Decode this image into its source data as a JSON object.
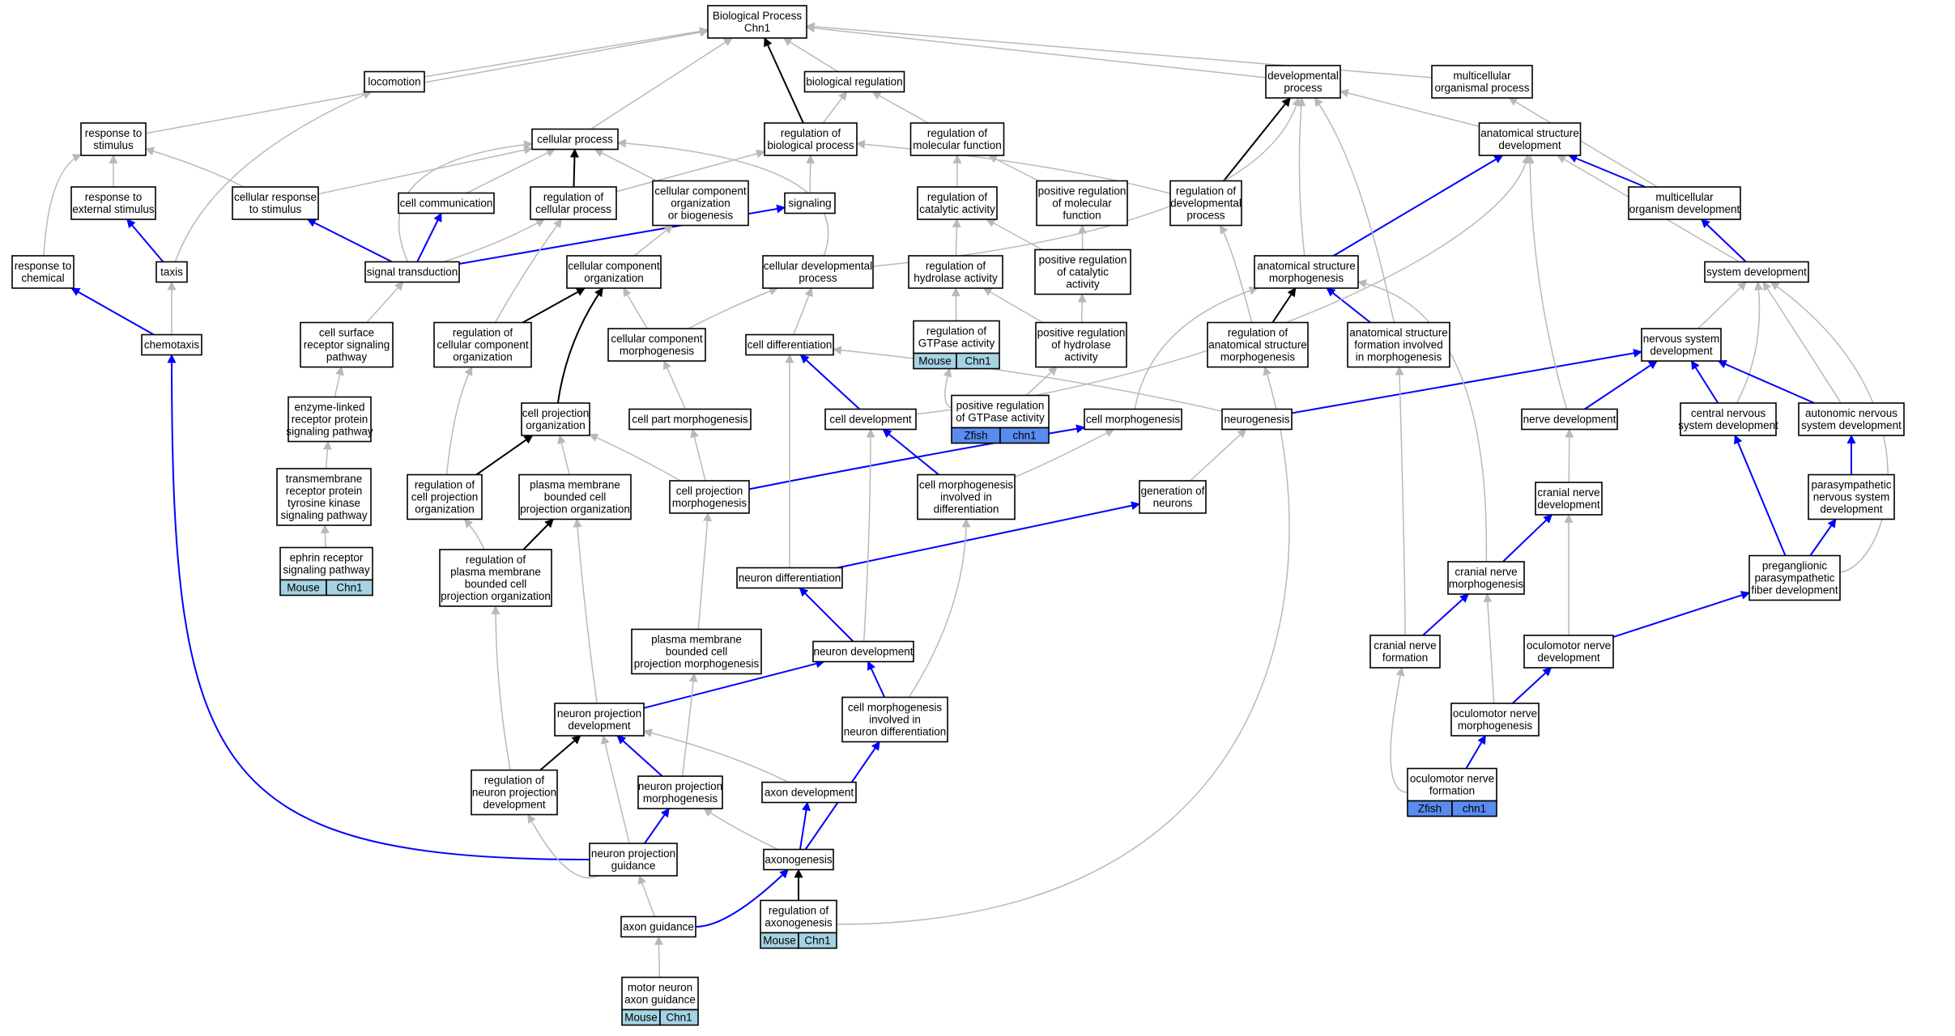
{
  "colors": {
    "is_a": "#b9b9b9",
    "part_of": "#000000",
    "regulates": "#0000ff",
    "mouse_tag": "#a5d3e3",
    "zfish_tag": "#5a8cf0"
  },
  "nodes": [
    {
      "id": "bp",
      "label": [
        "Biological Process",
        "Chn1"
      ]
    },
    {
      "id": "loc",
      "label": [
        "locomotion"
      ]
    },
    {
      "id": "breg",
      "label": [
        "biological regulation"
      ]
    },
    {
      "id": "devp",
      "label": [
        "developmental",
        "process"
      ]
    },
    {
      "id": "mop",
      "label": [
        "multicellular",
        "organismal process"
      ]
    },
    {
      "id": "rstim",
      "label": [
        "response to",
        "stimulus"
      ]
    },
    {
      "id": "cproc",
      "label": [
        "cellular process"
      ]
    },
    {
      "id": "regbp",
      "label": [
        "regulation of",
        "biological process"
      ]
    },
    {
      "id": "regmf",
      "label": [
        "regulation of",
        "molecular function"
      ]
    },
    {
      "id": "asd",
      "label": [
        "anatomical structure",
        "development"
      ]
    },
    {
      "id": "rext",
      "label": [
        "response to",
        "external stimulus"
      ]
    },
    {
      "id": "crstim",
      "label": [
        "cellular response",
        "to stimulus"
      ]
    },
    {
      "id": "ccomm",
      "label": [
        "cell communication"
      ]
    },
    {
      "id": "regcp",
      "label": [
        "regulation of",
        "cellular process"
      ]
    },
    {
      "id": "ccob",
      "label": [
        "cellular component",
        "organization",
        "or biogenesis"
      ]
    },
    {
      "id": "sig",
      "label": [
        "signaling"
      ]
    },
    {
      "id": "regcat",
      "label": [
        "regulation of",
        "catalytic activity"
      ]
    },
    {
      "id": "posmf",
      "label": [
        "positive regulation",
        "of molecular",
        "function"
      ]
    },
    {
      "id": "regdev",
      "label": [
        "regulation of",
        "developmental",
        "process"
      ]
    },
    {
      "id": "mod",
      "label": [
        "multicellular",
        "organism development"
      ]
    },
    {
      "id": "rchem",
      "label": [
        "response to",
        "chemical"
      ]
    },
    {
      "id": "taxis",
      "label": [
        "taxis"
      ]
    },
    {
      "id": "sigtr",
      "label": [
        "signal transduction"
      ]
    },
    {
      "id": "cco",
      "label": [
        "cellular component",
        "organization"
      ]
    },
    {
      "id": "cdevp",
      "label": [
        "cellular developmental",
        "process"
      ]
    },
    {
      "id": "reghyd",
      "label": [
        "regulation of",
        "hydrolase activity"
      ]
    },
    {
      "id": "poscat",
      "label": [
        "positive regulation",
        "of catalytic",
        "activity"
      ]
    },
    {
      "id": "asm",
      "label": [
        "anatomical structure",
        "morphogenesis"
      ]
    },
    {
      "id": "sysdev",
      "label": [
        "system development"
      ]
    },
    {
      "id": "chemo",
      "label": [
        "chemotaxis"
      ]
    },
    {
      "id": "csrsp",
      "label": [
        "cell surface",
        "receptor signaling",
        "pathway"
      ]
    },
    {
      "id": "regcco",
      "label": [
        "regulation of",
        "cellular component",
        "organization"
      ]
    },
    {
      "id": "ccm",
      "label": [
        "cellular component",
        "morphogenesis"
      ]
    },
    {
      "id": "cdiff",
      "label": [
        "cell differentiation"
      ]
    },
    {
      "id": "reggtp",
      "label": [
        "regulation of",
        "GTPase activity"
      ],
      "tags": [
        "Mouse",
        "Chn1"
      ],
      "tag_color": "mouse"
    },
    {
      "id": "poshyd",
      "label": [
        "positive regulation",
        "of hydrolase",
        "activity"
      ]
    },
    {
      "id": "regasm",
      "label": [
        "regulation of",
        "anatomical structure",
        "morphogenesis"
      ]
    },
    {
      "id": "asfim",
      "label": [
        "anatomical structure",
        "formation involved",
        "in morphogenesis"
      ]
    },
    {
      "id": "nsd",
      "label": [
        "nervous system",
        "development"
      ]
    },
    {
      "id": "enz",
      "label": [
        "enzyme-linked",
        "receptor protein",
        "signaling pathway"
      ]
    },
    {
      "id": "cpo",
      "label": [
        "cell projection",
        "organization"
      ]
    },
    {
      "id": "cpm",
      "label": [
        "cell part morphogenesis"
      ]
    },
    {
      "id": "celldev",
      "label": [
        "cell development"
      ]
    },
    {
      "id": "posgtp",
      "label": [
        "positive regulation",
        "of GTPase activity"
      ],
      "tags": [
        "Zfish",
        "chn1"
      ],
      "tag_color": "zfish"
    },
    {
      "id": "cmorph",
      "label": [
        "cell morphogenesis"
      ]
    },
    {
      "id": "neurog",
      "label": [
        "neurogenesis"
      ]
    },
    {
      "id": "nerved",
      "label": [
        "nerve development"
      ]
    },
    {
      "id": "cnsd",
      "label": [
        "central nervous",
        "system development"
      ]
    },
    {
      "id": "ansd",
      "label": [
        "autonomic nervous",
        "system development"
      ]
    },
    {
      "id": "tmrtk",
      "label": [
        "transmembrane",
        "receptor protein",
        "tyrosine kinase",
        "signaling pathway"
      ]
    },
    {
      "id": "regcpo",
      "label": [
        "regulation of",
        "cell projection",
        "organization"
      ]
    },
    {
      "id": "pmbcpo",
      "label": [
        "plasma membrane",
        "bounded cell",
        "projection organization"
      ]
    },
    {
      "id": "cprojm",
      "label": [
        "cell projection",
        "morphogenesis"
      ]
    },
    {
      "id": "cmid",
      "label": [
        "cell morphogenesis",
        "involved in",
        "differentiation"
      ]
    },
    {
      "id": "genn",
      "label": [
        "generation of",
        "neurons"
      ]
    },
    {
      "id": "cnd",
      "label": [
        "cranial nerve",
        "development"
      ]
    },
    {
      "id": "psnsd",
      "label": [
        "parasympathetic",
        "nervous system",
        "development"
      ]
    },
    {
      "id": "ephrin",
      "label": [
        "ephrin receptor",
        "signaling pathway"
      ],
      "tags": [
        "Mouse",
        "Chn1"
      ],
      "tag_color": "mouse"
    },
    {
      "id": "regpmb",
      "label": [
        "regulation of",
        "plasma membrane",
        "bounded cell",
        "projection organization"
      ]
    },
    {
      "id": "ndiff",
      "label": [
        "neuron differentiation"
      ]
    },
    {
      "id": "cnm",
      "label": [
        "cranial nerve",
        "morphogenesis"
      ]
    },
    {
      "id": "preg",
      "label": [
        "preganglionic",
        "parasympathetic",
        "fiber development"
      ]
    },
    {
      "id": "pmbcpm",
      "label": [
        "plasma membrane",
        "bounded cell",
        "projection morphogenesis"
      ]
    },
    {
      "id": "ndev",
      "label": [
        "neuron development"
      ]
    },
    {
      "id": "cnf",
      "label": [
        "cranial nerve",
        "formation"
      ]
    },
    {
      "id": "ond",
      "label": [
        "oculomotor nerve",
        "development"
      ]
    },
    {
      "id": "npd",
      "label": [
        "neuron projection",
        "development"
      ]
    },
    {
      "id": "cmind",
      "label": [
        "cell morphogenesis",
        "involved in",
        "neuron differentiation"
      ]
    },
    {
      "id": "onm",
      "label": [
        "oculomotor nerve",
        "morphogenesis"
      ]
    },
    {
      "id": "regnpd",
      "label": [
        "regulation of",
        "neuron projection",
        "development"
      ]
    },
    {
      "id": "npm",
      "label": [
        "neuron projection",
        "morphogenesis"
      ]
    },
    {
      "id": "axdev",
      "label": [
        "axon development"
      ]
    },
    {
      "id": "onf",
      "label": [
        "oculomotor nerve",
        "formation"
      ],
      "tags": [
        "Zfish",
        "chn1"
      ],
      "tag_color": "zfish"
    },
    {
      "id": "npg",
      "label": [
        "neuron projection",
        "guidance"
      ]
    },
    {
      "id": "axg",
      "label": [
        "axonogenesis"
      ]
    },
    {
      "id": "axguid",
      "label": [
        "axon guidance"
      ]
    },
    {
      "id": "regaxg",
      "label": [
        "regulation of",
        "axonogenesis"
      ],
      "tags": [
        "Mouse",
        "Chn1"
      ],
      "tag_color": "mouse"
    },
    {
      "id": "mnag",
      "label": [
        "motor neuron",
        "axon guidance"
      ],
      "tags": [
        "Mouse",
        "Chn1"
      ],
      "tag_color": "mouse"
    }
  ],
  "edges": [
    [
      "loc",
      "bp",
      "is_a"
    ],
    [
      "breg",
      "bp",
      "is_a"
    ],
    [
      "devp",
      "bp",
      "is_a"
    ],
    [
      "mop",
      "bp",
      "is_a"
    ],
    [
      "rstim",
      "bp",
      "is_a"
    ],
    [
      "cproc",
      "bp",
      "is_a"
    ],
    [
      "regbp",
      "bp",
      "part_of"
    ],
    [
      "regbp",
      "breg",
      "is_a"
    ],
    [
      "regmf",
      "breg",
      "is_a"
    ],
    [
      "asd",
      "devp",
      "is_a"
    ],
    [
      "mod",
      "mop",
      "is_a"
    ],
    [
      "rext",
      "rstim",
      "is_a"
    ],
    [
      "crstim",
      "rstim",
      "is_a"
    ],
    [
      "rchem",
      "rstim",
      "is_a"
    ],
    [
      "crstim",
      "cproc",
      "is_a"
    ],
    [
      "ccomm",
      "cproc",
      "is_a"
    ],
    [
      "regcp",
      "cproc",
      "part_of"
    ],
    [
      "ccob",
      "cproc",
      "is_a"
    ],
    [
      "regcp",
      "regbp",
      "is_a"
    ],
    [
      "sig",
      "regbp",
      "is_a"
    ],
    [
      "regdev",
      "regbp",
      "is_a"
    ],
    [
      "regdev",
      "devp",
      "part_of"
    ],
    [
      "regcat",
      "regmf",
      "is_a"
    ],
    [
      "posmf",
      "regmf",
      "is_a"
    ],
    [
      "mod",
      "asd",
      "regulates"
    ],
    [
      "taxis",
      "rext",
      "regulates"
    ],
    [
      "taxis",
      "loc",
      "is_a"
    ],
    [
      "sigtr",
      "crstim",
      "regulates"
    ],
    [
      "sigtr",
      "ccomm",
      "regulates"
    ],
    [
      "sigtr",
      "sig",
      "regulates"
    ],
    [
      "sigtr",
      "regcp",
      "is_a"
    ],
    [
      "sigtr",
      "cproc",
      "is_a"
    ],
    [
      "cco",
      "ccob",
      "is_a"
    ],
    [
      "cdevp",
      "cproc",
      "is_a"
    ],
    [
      "cdevp",
      "devp",
      "is_a"
    ],
    [
      "reghyd",
      "regcat",
      "is_a"
    ],
    [
      "poscat",
      "regcat",
      "is_a"
    ],
    [
      "poscat",
      "posmf",
      "is_a"
    ],
    [
      "asm",
      "asd",
      "regulates"
    ],
    [
      "asm",
      "devp",
      "is_a"
    ],
    [
      "sysdev",
      "asd",
      "is_a"
    ],
    [
      "sysdev",
      "mod",
      "regulates"
    ],
    [
      "chemo",
      "rchem",
      "regulates"
    ],
    [
      "chemo",
      "taxis",
      "is_a"
    ],
    [
      "csrsp",
      "sigtr",
      "is_a"
    ],
    [
      "regcco",
      "cco",
      "part_of"
    ],
    [
      "regcco",
      "regcp",
      "is_a"
    ],
    [
      "ccm",
      "cco",
      "is_a"
    ],
    [
      "ccm",
      "cdevp",
      "is_a"
    ],
    [
      "cdiff",
      "cdevp",
      "is_a"
    ],
    [
      "reggtp",
      "reghyd",
      "is_a"
    ],
    [
      "poshyd",
      "reghyd",
      "is_a"
    ],
    [
      "poshyd",
      "poscat",
      "is_a"
    ],
    [
      "regasm",
      "asm",
      "part_of"
    ],
    [
      "regasm",
      "regdev",
      "is_a"
    ],
    [
      "asfim",
      "asm",
      "regulates"
    ],
    [
      "asfim",
      "devp",
      "is_a"
    ],
    [
      "nsd",
      "sysdev",
      "is_a"
    ],
    [
      "enz",
      "csrsp",
      "is_a"
    ],
    [
      "cpo",
      "cco",
      "part_of"
    ],
    [
      "cpm",
      "ccm",
      "is_a"
    ],
    [
      "celldev",
      "cdiff",
      "regulates"
    ],
    [
      "celldev",
      "asd",
      "is_a"
    ],
    [
      "posgtp",
      "reggtp",
      "is_a"
    ],
    [
      "posgtp",
      "poshyd",
      "is_a"
    ],
    [
      "cmorph",
      "asm",
      "is_a"
    ],
    [
      "neurog",
      "nsd",
      "regulates"
    ],
    [
      "neurog",
      "cdiff",
      "is_a"
    ],
    [
      "nerved",
      "nsd",
      "regulates"
    ],
    [
      "nerved",
      "asd",
      "is_a"
    ],
    [
      "cnsd",
      "nsd",
      "regulates"
    ],
    [
      "cnsd",
      "sysdev",
      "is_a"
    ],
    [
      "ansd",
      "nsd",
      "regulates"
    ],
    [
      "ansd",
      "sysdev",
      "is_a"
    ],
    [
      "tmrtk",
      "enz",
      "is_a"
    ],
    [
      "regcpo",
      "cpo",
      "part_of"
    ],
    [
      "regcpo",
      "regcco",
      "is_a"
    ],
    [
      "pmbcpo",
      "cpo",
      "is_a"
    ],
    [
      "cprojm",
      "cpo",
      "is_a"
    ],
    [
      "cprojm",
      "cpm",
      "is_a"
    ],
    [
      "cprojm",
      "cmorph",
      "regulates"
    ],
    [
      "cmid",
      "celldev",
      "regulates"
    ],
    [
      "cmid",
      "cmorph",
      "is_a"
    ],
    [
      "genn",
      "neurog",
      "is_a"
    ],
    [
      "cnd",
      "nerved",
      "is_a"
    ],
    [
      "psnsd",
      "ansd",
      "regulates"
    ],
    [
      "ephrin",
      "tmrtk",
      "is_a"
    ],
    [
      "regpmb",
      "pmbcpo",
      "part_of"
    ],
    [
      "regpmb",
      "regcpo",
      "is_a"
    ],
    [
      "ndiff",
      "genn",
      "regulates"
    ],
    [
      "ndiff",
      "cdiff",
      "is_a"
    ],
    [
      "cnm",
      "cnd",
      "regulates"
    ],
    [
      "cnm",
      "asm",
      "is_a"
    ],
    [
      "preg",
      "cnsd",
      "regulates"
    ],
    [
      "preg",
      "psnsd",
      "regulates"
    ],
    [
      "preg",
      "sysdev",
      "is_a"
    ],
    [
      "pmbcpm",
      "cprojm",
      "is_a"
    ],
    [
      "ndev",
      "ndiff",
      "regulates"
    ],
    [
      "ndev",
      "celldev",
      "is_a"
    ],
    [
      "cnf",
      "cnm",
      "regulates"
    ],
    [
      "cnf",
      "asfim",
      "is_a"
    ],
    [
      "ond",
      "preg",
      "regulates"
    ],
    [
      "ond",
      "cnd",
      "is_a"
    ],
    [
      "npd",
      "ndev",
      "regulates"
    ],
    [
      "npd",
      "pmbcpo",
      "is_a"
    ],
    [
      "cmind",
      "ndev",
      "regulates"
    ],
    [
      "cmind",
      "cmid",
      "is_a"
    ],
    [
      "onm",
      "ond",
      "regulates"
    ],
    [
      "onm",
      "cnm",
      "is_a"
    ],
    [
      "regnpd",
      "npd",
      "part_of"
    ],
    [
      "regnpd",
      "regpmb",
      "is_a"
    ],
    [
      "npm",
      "npd",
      "regulates"
    ],
    [
      "npm",
      "pmbcpm",
      "is_a"
    ],
    [
      "axdev",
      "npd",
      "is_a"
    ],
    [
      "onf",
      "onm",
      "regulates"
    ],
    [
      "onf",
      "cnf",
      "is_a"
    ],
    [
      "npg",
      "npm",
      "regulates"
    ],
    [
      "npg",
      "chemo",
      "regulates"
    ],
    [
      "npg",
      "npd",
      "is_a"
    ],
    [
      "npg",
      "regnpd",
      "is_a"
    ],
    [
      "axg",
      "axdev",
      "regulates"
    ],
    [
      "axg",
      "cmind",
      "regulates"
    ],
    [
      "axg",
      "npm",
      "is_a"
    ],
    [
      "axguid",
      "axg",
      "regulates"
    ],
    [
      "axguid",
      "npg",
      "is_a"
    ],
    [
      "regaxg",
      "axg",
      "part_of"
    ],
    [
      "regaxg",
      "regasm",
      "is_a"
    ],
    [
      "mnag",
      "axguid",
      "is_a"
    ]
  ]
}
